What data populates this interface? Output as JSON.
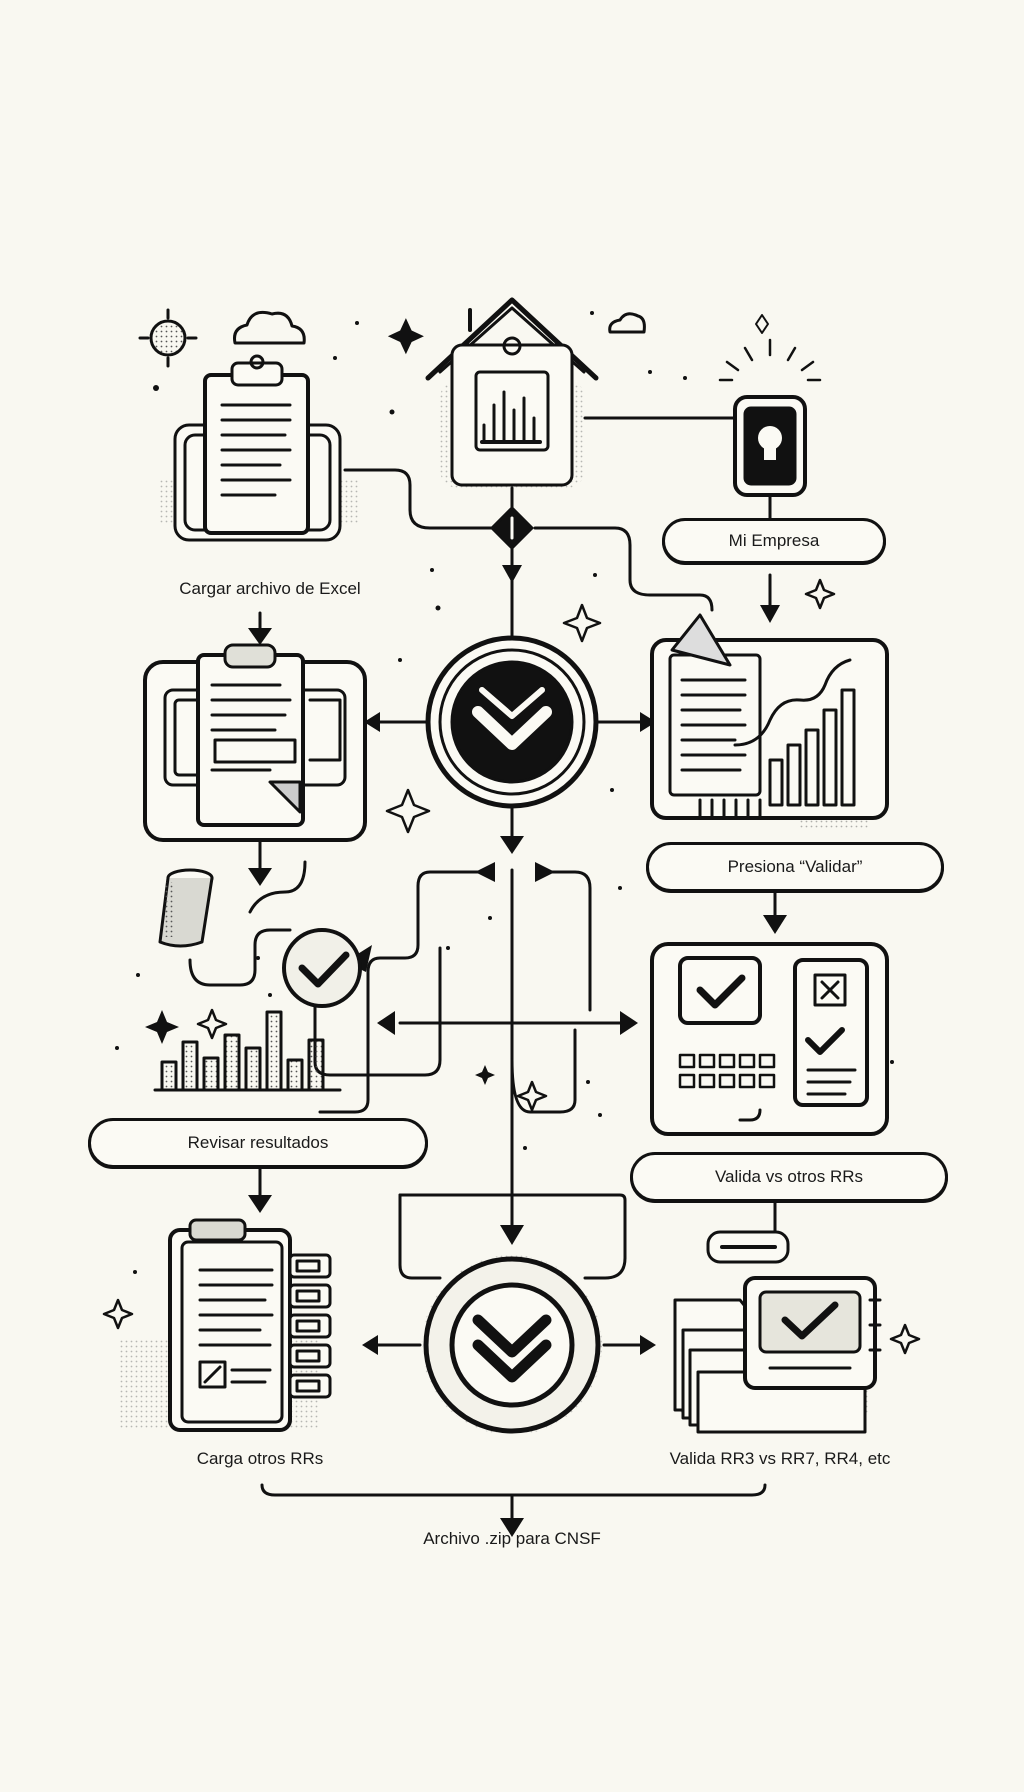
{
  "diagram": {
    "labels": {
      "mi_empresa": "Mi Empresa",
      "cargar_excel": "Cargar archivo de Excel",
      "presiona_validar": "Presiona “Validar”",
      "revisar_resultados": "Revisar resultados",
      "valida_otros": "Valida vs otros RRs",
      "carga_otros": "Carga otros RRs",
      "valida_rr3": "Valida RR3 vs RR7, RR4, etc",
      "archivo_zip": "Archivo .zip para CNSF"
    },
    "icons": [
      "house-chart-icon",
      "lock-card-icon",
      "clipboard-icon",
      "validate-circle-icon",
      "document-chart-icon",
      "bucket-icon",
      "checkmark-badge-icon",
      "bar-chart-icon",
      "checklist-panel-icon",
      "document-stack-icon",
      "download-circle-icon",
      "approved-files-icon",
      "sun-icon",
      "cloud-icon"
    ],
    "colors": {
      "background": "#f9f8f1",
      "ink": "#111111"
    }
  }
}
